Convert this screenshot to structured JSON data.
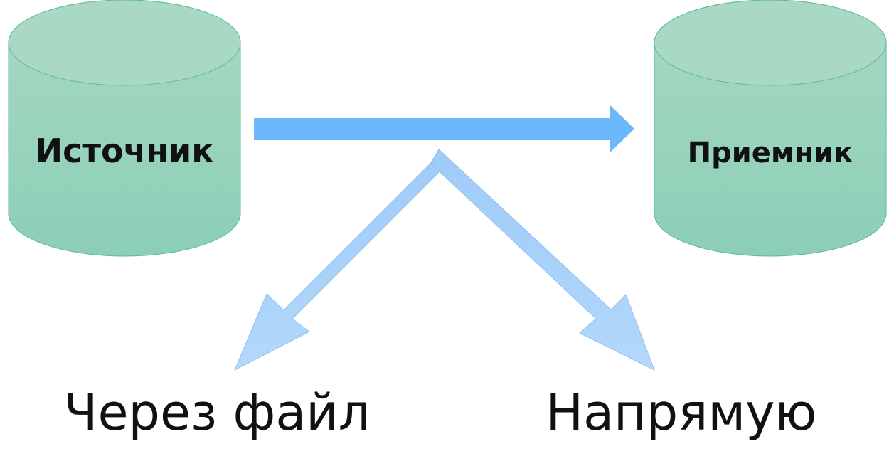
{
  "nodes": {
    "source": {
      "label": "Источник"
    },
    "receiver": {
      "label": "Приемник"
    }
  },
  "routes": {
    "via_file": {
      "label": "Через файл"
    },
    "direct": {
      "label": "Напрямую"
    }
  },
  "colors": {
    "cylinder_top": "#a8d8c4",
    "cylinder_bottom": "#8ccfb6",
    "cylinder_stroke": "#5cba96",
    "main_arrow": "#6cb8fa",
    "branch_arrow": "#a6cff8",
    "branch_arrow_stroke": "#8ec2f4",
    "text": "#111111"
  }
}
